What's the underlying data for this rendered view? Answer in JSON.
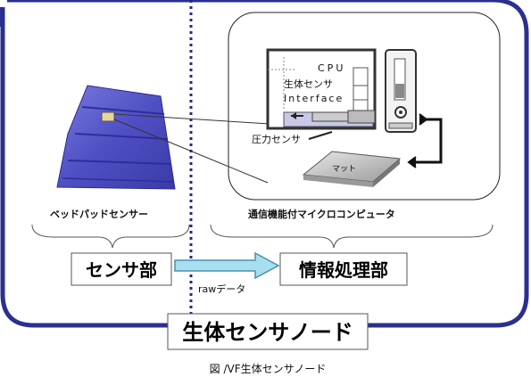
{
  "left_caption": "ベッドパッドセンサー",
  "right_caption": "通信機能付マイクロコンピュータ",
  "mcu": {
    "line1": "CPU",
    "line2": "生体センサ",
    "line3": "Interface"
  },
  "pressure_label": "圧力センサ",
  "mat_label": "マット",
  "sensor_box": "センサ部",
  "processing_box": "情報処理部",
  "raw_label": "rawデータ",
  "node_title": "生体センサノード",
  "figure_caption": "図 /VF生体センサノード",
  "colors": {
    "frame": "#2b2f8f",
    "divider": "#1f2a80",
    "pad": "#5555c8",
    "arrow_fill": "#a8dff0",
    "arrow_stroke": "#4d8fa8"
  }
}
